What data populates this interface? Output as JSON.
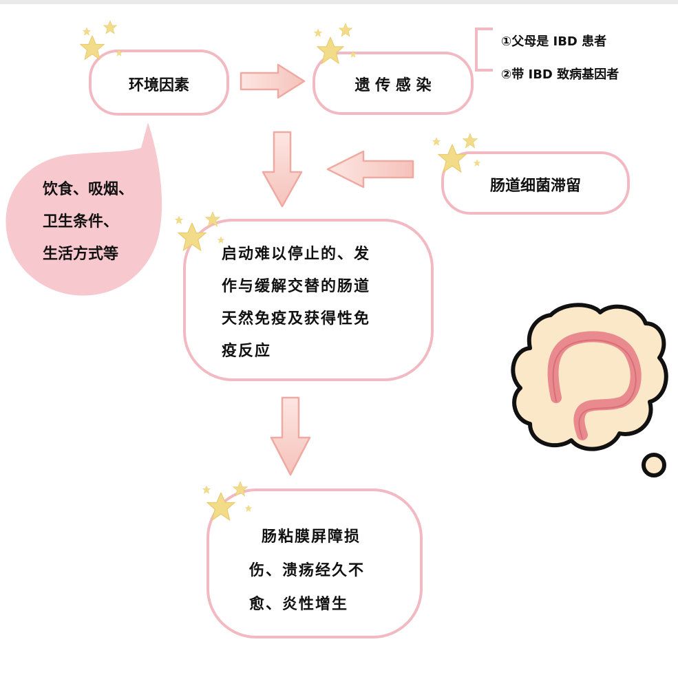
{
  "nodes": {
    "environment": {
      "label": "环境因素"
    },
    "genetic": {
      "label": "遗 传 感 染"
    },
    "bacteria": {
      "label": "肠道细菌滞留"
    },
    "immune": {
      "lines": [
        "启动难以停止的、发",
        "作与缓解交替的肠道",
        "天然免疫及获得性免",
        "疫反应"
      ]
    },
    "damage": {
      "lines": [
        "肠粘膜屏障损",
        "伤、溃疡经久不",
        "愈、炎性增生"
      ]
    }
  },
  "callout": {
    "lines": [
      "饮食、吸烟、",
      "卫生条件、",
      "生活方式等"
    ]
  },
  "genetic_notes": [
    "①父母是 IBD 患者",
    "②带 IBD 致病基因者"
  ],
  "colors": {
    "box_stroke": "#f2b9c2",
    "callout_fill": "#f7c8cd",
    "arrow_fill": "#f9d5d0",
    "arrow_stroke": "#efa9a0",
    "star": "#f2dc8a",
    "cloud_fill": "#fbe8c8",
    "colon": "#e98a8f"
  },
  "icons": [
    "star-icon",
    "colon-thought-bubble-icon"
  ]
}
